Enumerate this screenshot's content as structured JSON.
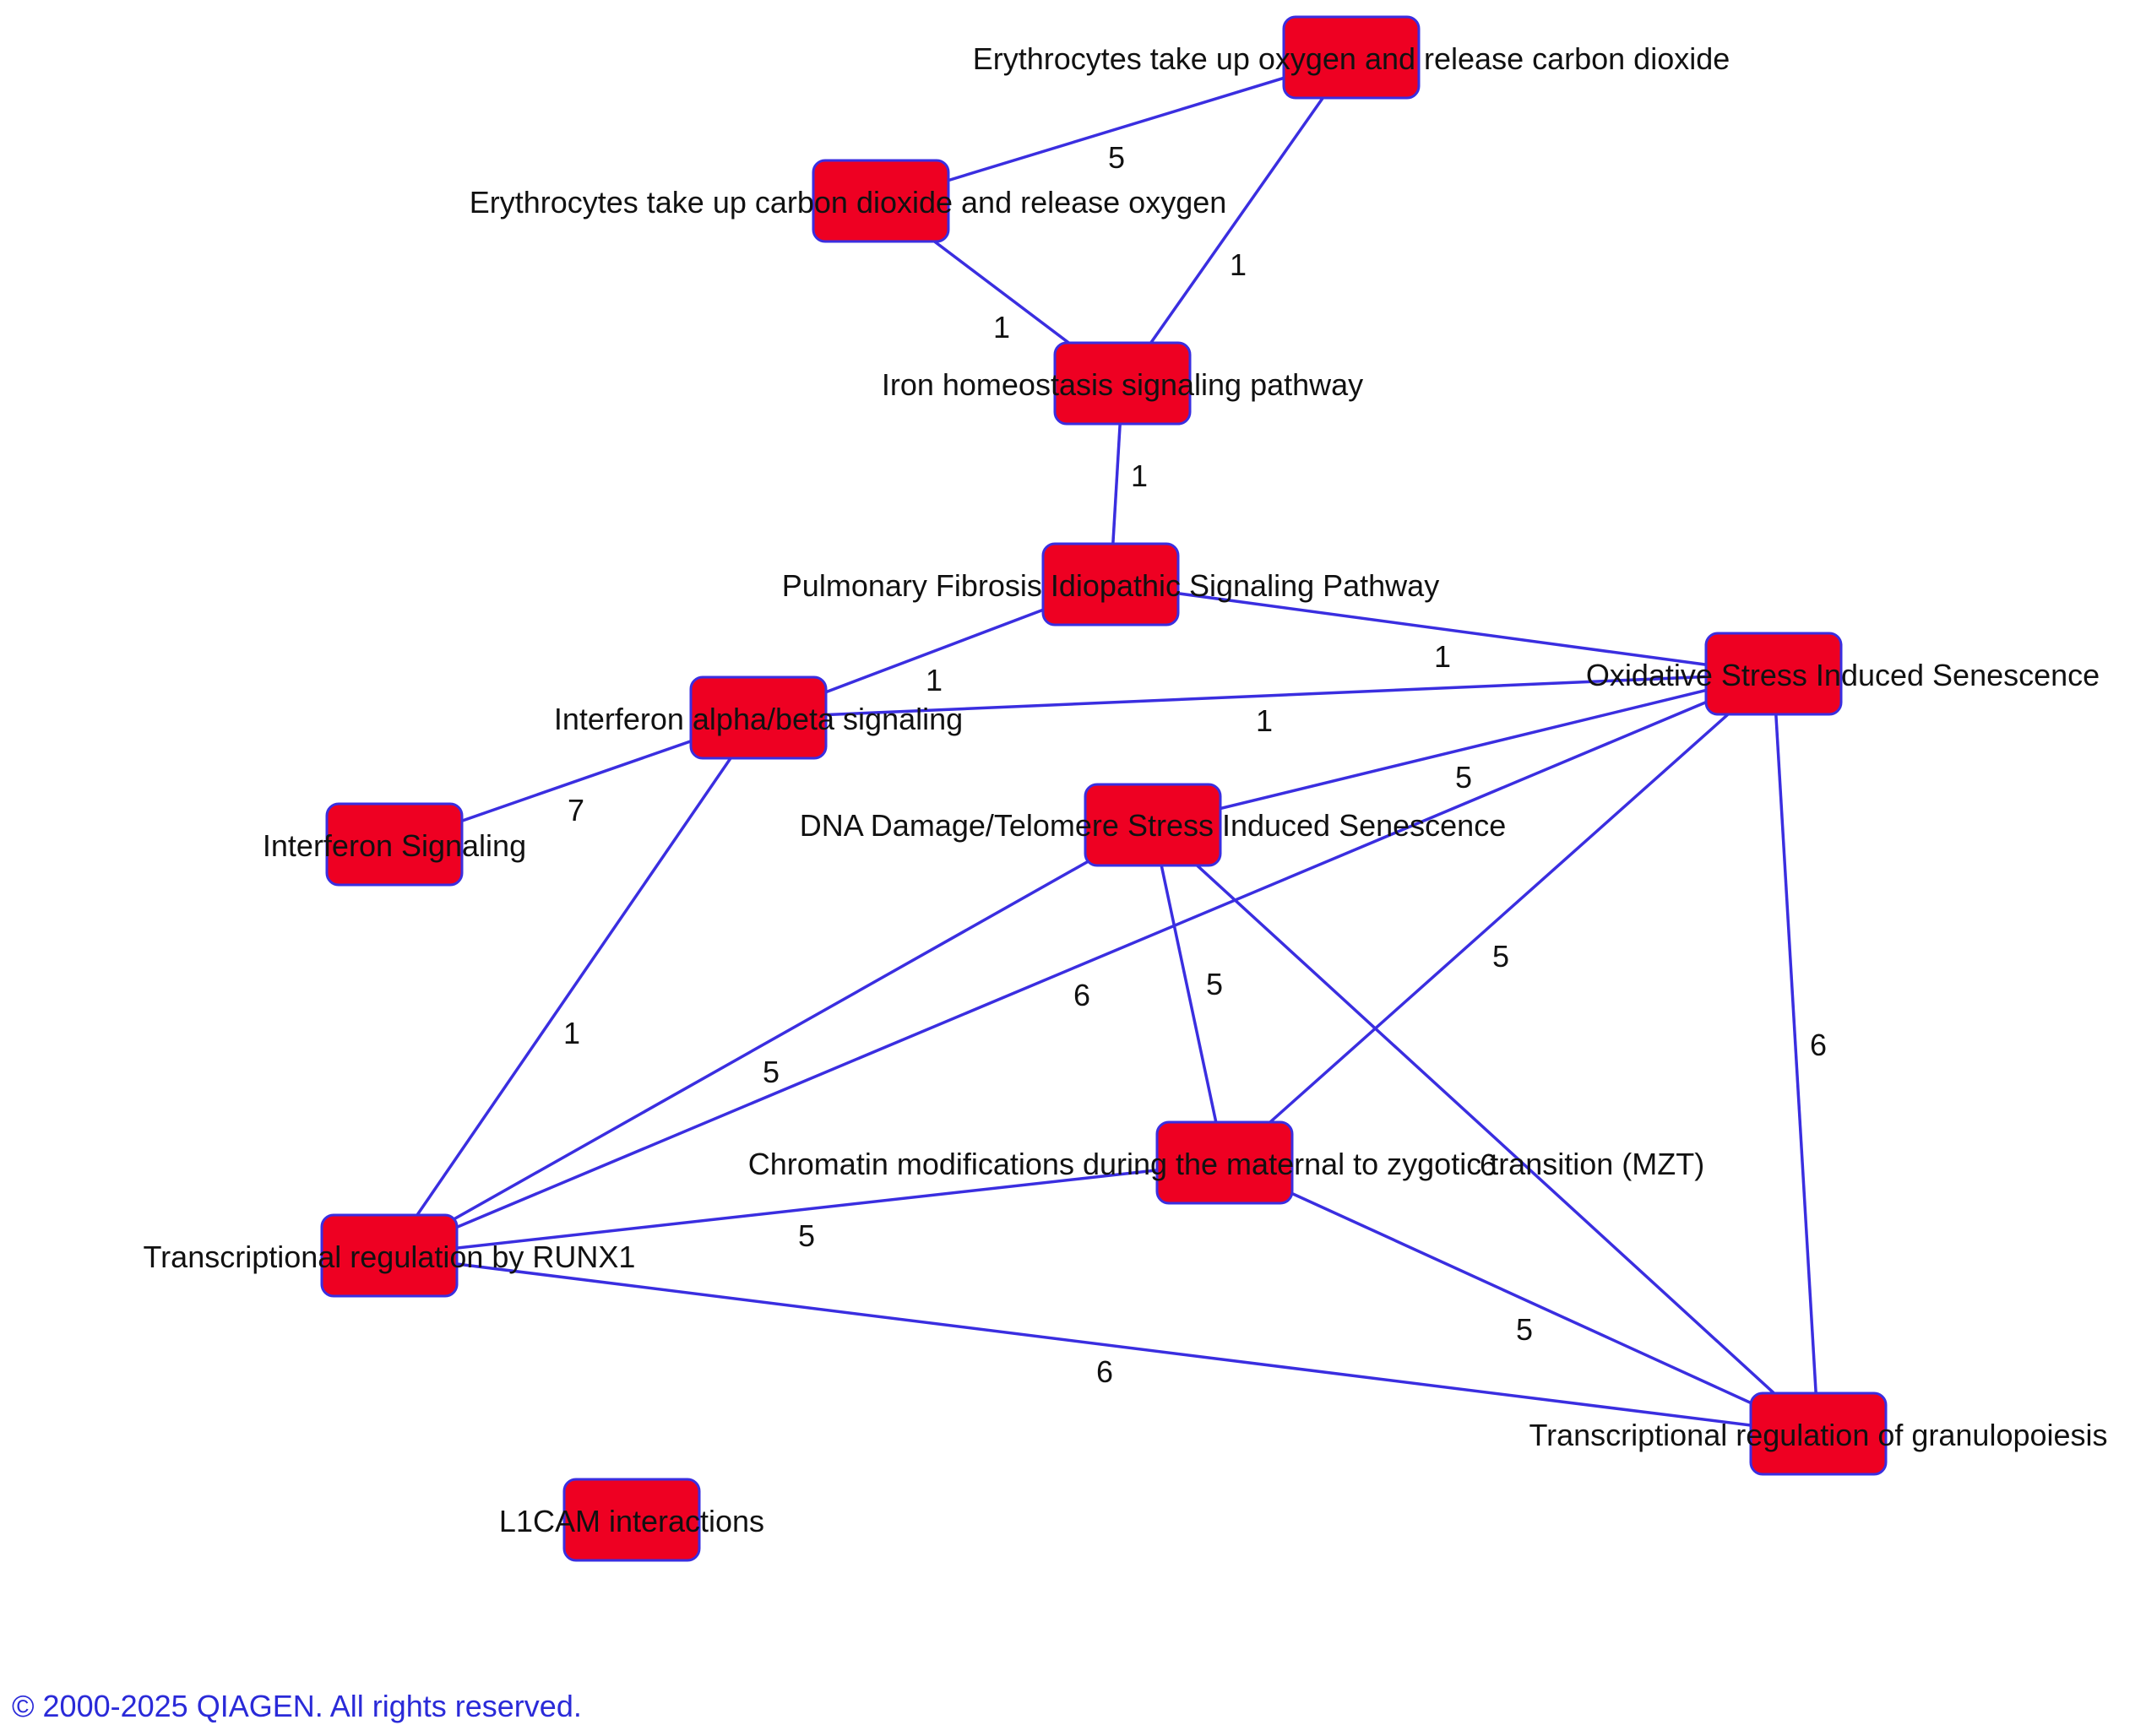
{
  "colors": {
    "node_fill": "#ee0022",
    "node_stroke": "#3a2ee0",
    "edge": "#3a2ee0",
    "footer_text": "#2a2ad8"
  },
  "nodes": [
    {
      "id": "ery_o2",
      "label": "Erythrocytes take up oxygen and release carbon dioxide"
    },
    {
      "id": "ery_co2",
      "label": "Erythrocytes take up carbon dioxide and release oxygen"
    },
    {
      "id": "iron",
      "label": "Iron homeostasis signaling pathway"
    },
    {
      "id": "pulmonary",
      "label": "Pulmonary Fibrosis Idiopathic Signaling Pathway"
    },
    {
      "id": "oxidative",
      "label": "Oxidative Stress Induced Senescence"
    },
    {
      "id": "ifn_ab",
      "label": "Interferon alpha/beta signaling"
    },
    {
      "id": "ifn_sig",
      "label": "Interferon Signaling"
    },
    {
      "id": "dna_damage",
      "label": "DNA Damage/Telomere Stress Induced Senescence"
    },
    {
      "id": "chromatin",
      "label": "Chromatin modifications during the maternal to zygotic transition (MZT)"
    },
    {
      "id": "runx1",
      "label": "Transcriptional regulation by RUNX1"
    },
    {
      "id": "granulo",
      "label": "Transcriptional regulation of granulopoiesis"
    },
    {
      "id": "l1cam",
      "label": "L1CAM interactions"
    }
  ],
  "edges": [
    {
      "source": "ery_o2",
      "target": "ery_co2",
      "label": "5"
    },
    {
      "source": "ery_o2",
      "target": "iron",
      "label": "1"
    },
    {
      "source": "ery_co2",
      "target": "iron",
      "label": "1"
    },
    {
      "source": "iron",
      "target": "pulmonary",
      "label": "1"
    },
    {
      "source": "pulmonary",
      "target": "ifn_ab",
      "label": "1"
    },
    {
      "source": "pulmonary",
      "target": "oxidative",
      "label": "1"
    },
    {
      "source": "ifn_ab",
      "target": "oxidative",
      "label": "1"
    },
    {
      "source": "ifn_ab",
      "target": "ifn_sig",
      "label": "7"
    },
    {
      "source": "ifn_ab",
      "target": "runx1",
      "label": "1"
    },
    {
      "source": "oxidative",
      "target": "dna_damage",
      "label": "5"
    },
    {
      "source": "oxidative",
      "target": "runx1",
      "label": "6"
    },
    {
      "source": "oxidative",
      "target": "chromatin",
      "label": "5"
    },
    {
      "source": "oxidative",
      "target": "granulo",
      "label": "6"
    },
    {
      "source": "dna_damage",
      "target": "runx1",
      "label": "5"
    },
    {
      "source": "dna_damage",
      "target": "chromatin",
      "label": "5"
    },
    {
      "source": "dna_damage",
      "target": "granulo",
      "label": "6"
    },
    {
      "source": "chromatin",
      "target": "runx1",
      "label": "5"
    },
    {
      "source": "chromatin",
      "target": "granulo",
      "label": "5"
    },
    {
      "source": "runx1",
      "target": "granulo",
      "label": "6"
    }
  ],
  "footer": {
    "copyright": "© 2000-2025 QIAGEN. All rights reserved."
  }
}
